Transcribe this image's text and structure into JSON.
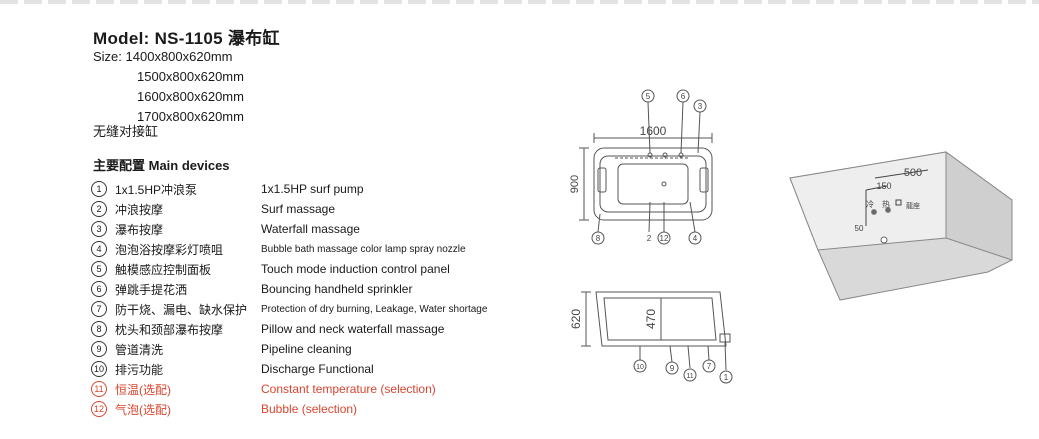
{
  "model": {
    "title": "Model: NS-1105 瀑布缸"
  },
  "size": {
    "label": "Size:",
    "values": [
      "1400x800x620mm",
      "1500x800x620mm",
      "1600x800x620mm",
      "1700x800x620mm"
    ],
    "note": "无缝对接缸"
  },
  "devices": {
    "heading": "主要配置 Main devices",
    "items": [
      {
        "num": "1",
        "cn": "1x1.5HP冲浪泵",
        "en": "1x1.5HP surf pump",
        "selection": false
      },
      {
        "num": "2",
        "cn": "冲浪按摩",
        "en": "Surf massage",
        "selection": false
      },
      {
        "num": "3",
        "cn": "瀑布按摩",
        "en": "Waterfall massage",
        "selection": false
      },
      {
        "num": "4",
        "cn": "泡泡浴按摩彩灯喷咀",
        "en": "Bubble bath massage color lamp spray nozzle",
        "selection": false
      },
      {
        "num": "5",
        "cn": "触模感应控制面板",
        "en": "Touch mode induction control panel",
        "selection": false
      },
      {
        "num": "6",
        "cn": "弹跳手提花洒",
        "en": "Bouncing handheld sprinkler",
        "selection": false
      },
      {
        "num": "7",
        "cn": "防干烧、漏电、缺水保护",
        "en": "Protection of dry burning, Leakage, Water shortage",
        "selection": false
      },
      {
        "num": "8",
        "cn": "枕头和颈部瀑布按摩",
        "en": "Pillow and neck waterfall massage",
        "selection": false
      },
      {
        "num": "9",
        "cn": "管道清洗",
        "en": "Pipeline cleaning",
        "selection": false
      },
      {
        "num": "10",
        "cn": "排污功能",
        "en": "Discharge Functional",
        "selection": false
      },
      {
        "num": "11",
        "cn": "恒温(选配)",
        "en": "Constant temperature (selection)",
        "selection": true
      },
      {
        "num": "12",
        "cn": "气泡(选配)",
        "en": "Bubble (selection)",
        "selection": true
      }
    ]
  },
  "diagram": {
    "top_view": {
      "length": "1600",
      "width": "900",
      "callouts_top": [
        "5",
        "6",
        "3"
      ],
      "callouts_bottom": [
        "8",
        "2",
        "12",
        "4"
      ]
    },
    "side_view": {
      "height": "620",
      "water_depth": "470",
      "callouts": [
        "10",
        "9",
        "11",
        "7",
        "1"
      ]
    },
    "install_view": {
      "dim_a": "500",
      "dim_b": "150",
      "dim_c": "50",
      "label_cold": "冷",
      "label_hot": "热",
      "label_tap": "龍座"
    }
  },
  "colors": {
    "selection": "#d9452f",
    "text": "#1a1a1a",
    "line": "#555555"
  }
}
